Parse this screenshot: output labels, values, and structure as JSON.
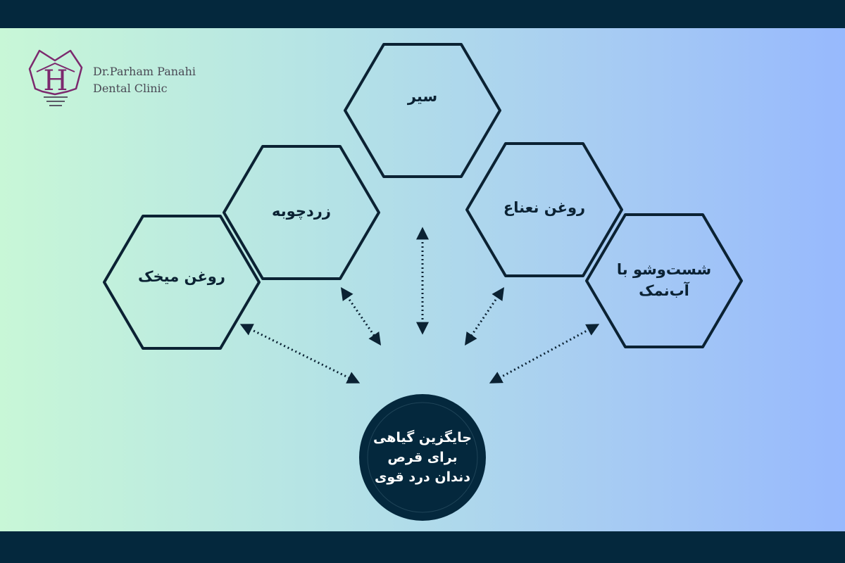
{
  "clinic": {
    "name_line1": "Dr.Parham Panahi",
    "name_line2": "Dental Clinic",
    "logo_letter": "H"
  },
  "center": {
    "lines": [
      "جایگزین گیاهی",
      "برای قرص",
      "دندان درد قوی"
    ]
  },
  "hexagons": [
    {
      "id": "seer",
      "label": "سیر"
    },
    {
      "id": "zardchoobeh",
      "label": "زردچوبه"
    },
    {
      "id": "roghan-naana",
      "label": "روغن نعناع"
    },
    {
      "id": "roghan-mikhak",
      "label": "روغن میخک"
    },
    {
      "id": "shosteshoo",
      "label": "شست‌وشو با آب‌نمک"
    }
  ],
  "colors": {
    "frame": "#04283d",
    "outline": "#0b2233",
    "logo": "#7c2a6e",
    "gradient_left": "#c8f7d7",
    "gradient_right": "#97b9fd"
  }
}
